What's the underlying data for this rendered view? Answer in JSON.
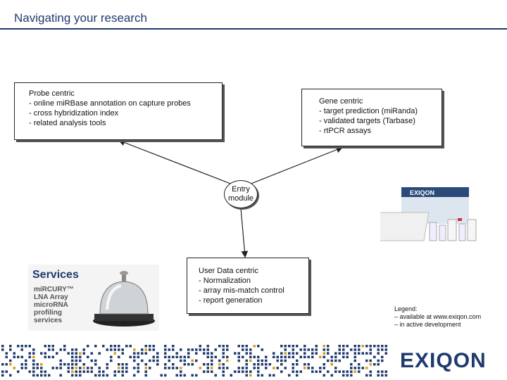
{
  "title": "Navigating your research",
  "probe_box": {
    "lines": [
      "Probe centric",
      "- online miRBase annotation on capture probes",
      "- cross hybridization index",
      "- related analysis tools"
    ]
  },
  "gene_box": {
    "lines": [
      "Gene centric",
      "- target prediction (miRanda)",
      "- validated targets (Tarbase)",
      "- rtPCR assays"
    ]
  },
  "entry_module": {
    "lines": [
      "Entry",
      "module"
    ]
  },
  "user_box": {
    "lines": [
      "User Data centric",
      "- Normalization",
      "- array mis-match control",
      "- report generation"
    ]
  },
  "services_image": {
    "title": "Services",
    "lines": [
      "miRCURY™",
      "LNA Array",
      "microRNA",
      "profiling",
      "services"
    ]
  },
  "product_image": {
    "brand": "EXIQON"
  },
  "legend": {
    "lines": [
      "Legend:",
      "– available at www.exiqon.com",
      "– in active development"
    ]
  },
  "logo": {
    "text": "EXIQON"
  },
  "colors": {
    "brand": "#1f3a6e",
    "accent": "#d4a017"
  },
  "icons": {
    "bell": "service-bell-icon"
  }
}
